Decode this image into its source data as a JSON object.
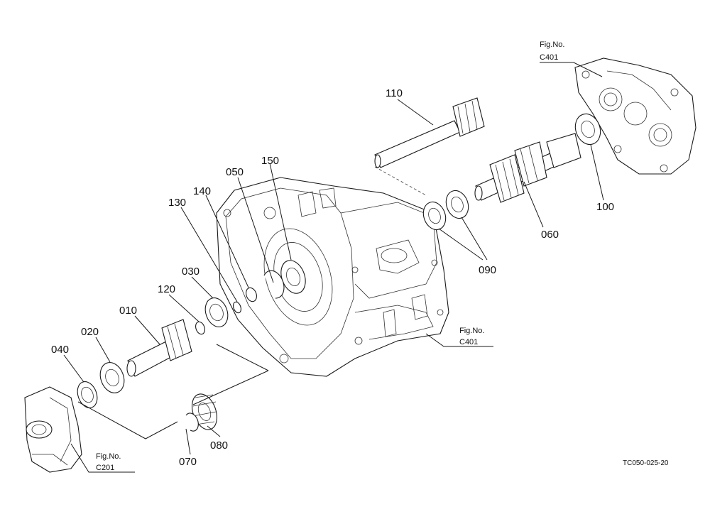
{
  "callouts": {
    "c010": "010",
    "c020": "020",
    "c030": "030",
    "c040": "040",
    "c050": "050",
    "c060": "060",
    "c070": "070",
    "c080": "080",
    "c090": "090",
    "c100": "100",
    "c110": "110",
    "c120": "120",
    "c130": "130",
    "c140": "140",
    "c150": "150"
  },
  "fig_refs": {
    "top": {
      "label": "Fig.No.",
      "code": "C401"
    },
    "middle": {
      "label": "Fig.No.",
      "code": "C401"
    },
    "bottom": {
      "label": "Fig.No.",
      "code": "C201"
    }
  },
  "drawing_code": "TC050-025-20"
}
